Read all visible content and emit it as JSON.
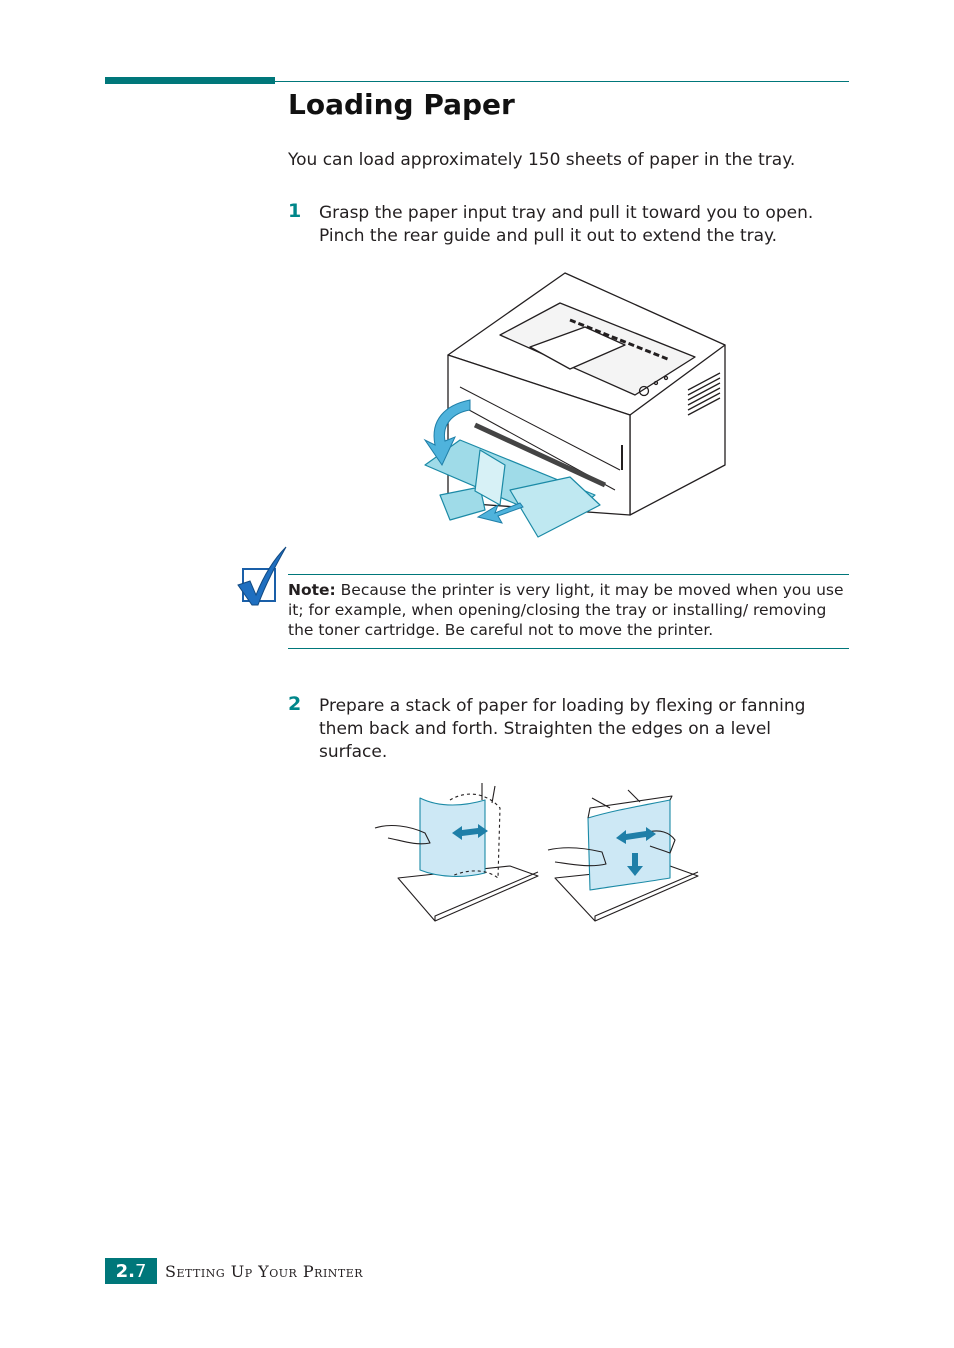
{
  "page": {
    "title": "Loading Paper",
    "intro": "You can load approximately 150 sheets of paper in the tray."
  },
  "steps": [
    {
      "number": "1",
      "lines": [
        "Grasp the paper input tray and pull it toward you to open.",
        "Pinch the rear guide and pull it out to extend the tray."
      ]
    },
    {
      "number": "2",
      "lines": [
        "Prepare a stack of paper for loading by flexing or fanning",
        "them back and forth. Straighten the edges on a level",
        "surface."
      ]
    }
  ],
  "note": {
    "label": "Note:",
    "text": " Because the printer is very light, it may be moved when you use it; for example, when opening/closing the tray or installing/ removing the toner cartridge. Be careful not to move the printer."
  },
  "footer": {
    "chapter": "2.",
    "page": "7",
    "section": "Setting Up Your Printer"
  },
  "icons": {
    "note": "checkmark-note-icon",
    "arrow_open": "curved-arrow-icon",
    "arrow_extend": "extend-arrow-icon",
    "arrow_fan": "double-arrow-icon",
    "arrow_down": "down-arrow-icon"
  },
  "colors": {
    "accent": "#00777a",
    "tray": "#9fdbe8",
    "tray_stroke": "#1b8aa6",
    "arrow": "#1f7fa8",
    "paper": "#cde8f5"
  }
}
